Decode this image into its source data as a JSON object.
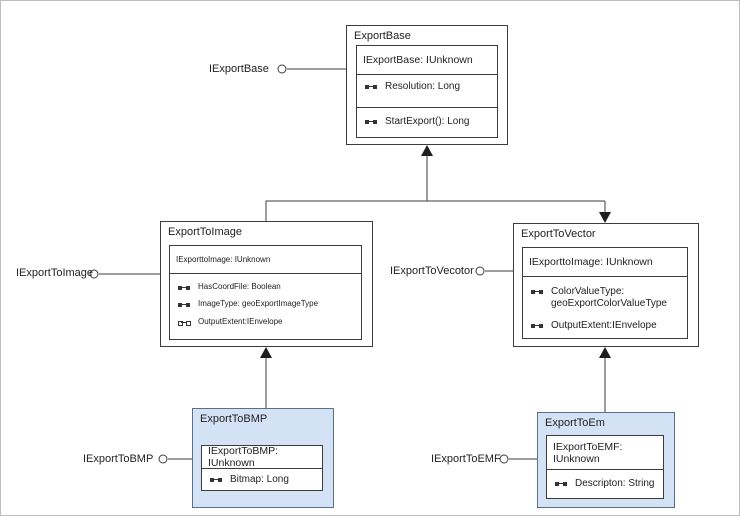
{
  "diagram": {
    "export_base": {
      "title": "ExportBase",
      "interface": "IExportBase: IUnknown",
      "members": [
        "Resolution: Long",
        "StartExport(): Long"
      ],
      "lollipop": "IExportBase"
    },
    "export_to_image": {
      "title": "ExportToImage",
      "interface": "IExporttoImage: IUnknown",
      "members": [
        "HasCoordFile: Boolean",
        "ImageType: geoExportImageType",
        "OutputExtent:IEnvelope"
      ],
      "lollipop": "IExportToImage"
    },
    "export_to_vector": {
      "title": "ExportToVector",
      "interface": "IExporttoImage: IUnknown",
      "members": [
        "ColorValueType:",
        "geoExportColorValueType",
        "OutputExtent:IEnvelope"
      ],
      "lollipop": "IExportToVecotor"
    },
    "export_to_bmp": {
      "title": "ExportToBMP",
      "interface": "IExportToBMP: IUnknown",
      "members": [
        "Bitmap: Long"
      ],
      "lollipop": "IExportToBMP"
    },
    "export_to_em": {
      "title": "ExportToEm",
      "interface_line1": "IExportToEMF:",
      "interface_line2": "IUnknown",
      "members": [
        "Descripton: String"
      ],
      "lollipop": "IExportToEMF"
    }
  },
  "colors": {
    "line": "#3c3c3c",
    "highlight_fill": "#d4e2f5"
  }
}
